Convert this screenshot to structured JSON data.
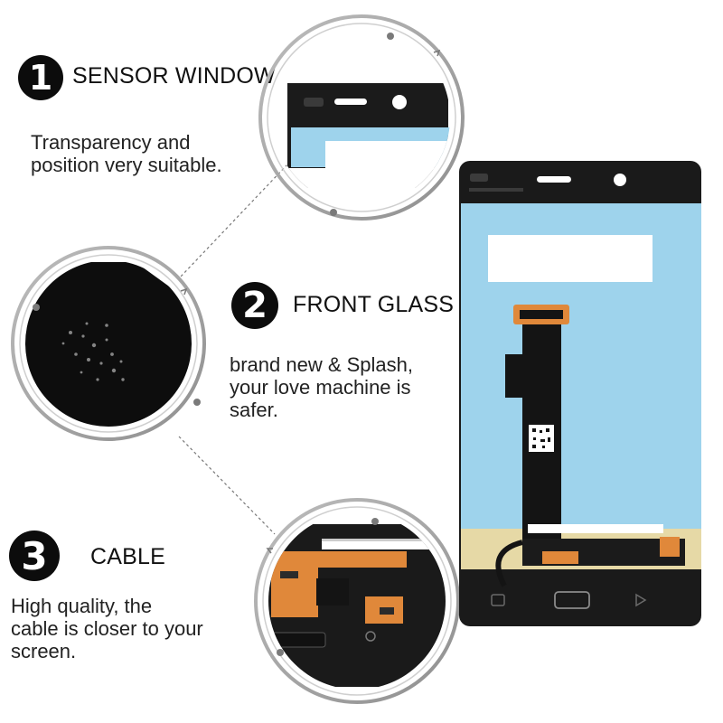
{
  "features": [
    {
      "number": "1",
      "title": "SENSOR WINDOW",
      "lines": [
        "Transparency and",
        "position very suitable."
      ]
    },
    {
      "number": "2",
      "title": "FRONT GLASS",
      "lines": [
        "brand  new & Splash,",
        "your love machine is",
        "safer."
      ]
    },
    {
      "number": "3",
      "title": "CABLE",
      "lines": [
        "High quality, the",
        "cable is closer to your",
        "screen."
      ]
    }
  ],
  "colors": {
    "badge": "#0c0c0c",
    "bezel": "#1a1a1a",
    "screen_blue": "#9ed3ec",
    "flex_orange": "#e0883a",
    "flex_black": "#141414"
  },
  "icons": [
    "sensor-window-zoom",
    "front-glass-zoom",
    "cable-zoom",
    "lcd-phone-screen"
  ]
}
